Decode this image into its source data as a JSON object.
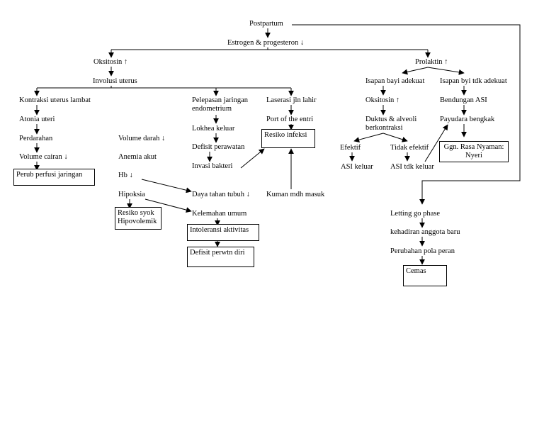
{
  "nodes": {
    "postpartum": "Postpartum",
    "estrogen": "Estrogen & progesteron ↓",
    "oksitosin": "Oksitosin ↑",
    "prolaktin": "Prolaktin ↑",
    "involusi": "Involusi uterus",
    "kontraksi": "Kontraksi uterus lambat",
    "atonia": "Atonia uteri",
    "perdarahan": "Perdarahan",
    "volume_cairan": "Volume cairan ↓",
    "perub_perfusi": "Perub perfusi jaringan",
    "volume_darah": "Volume darah ↓",
    "anemia": "Anemia akut",
    "hb": "Hb ↓",
    "hipoksia": "Hipoksia",
    "resiko_syok_1": "Resiko syok",
    "resiko_syok_2": "Hipovolemik",
    "pelepasan_1": "Pelepasan jaringan",
    "pelepasan_2": "endometrium",
    "lokhea": "Lokhea keluar",
    "defisit_perawatan": "Defisit perawatan",
    "invasi": "Invasi bakteri",
    "daya_tahan": "Daya tahan tubuh ↓",
    "kelemahan": "Kelemahan umum",
    "intoleransi": "Intoleransi aktivitas",
    "defisit_perwtn": "Defisit perwtn diri",
    "laserasi": "Laserasi jln lahir",
    "port": "Port of the entri",
    "resiko_infeksi": "Resiko infeksi",
    "kuman": "Kuman mdh masuk",
    "isapan_adekuat": "Isapan bayi adekuat",
    "isapan_tdk": "Isapan byi tdk adekuat",
    "oksitosin_2": "Oksitosin ↑",
    "duktus_1": "Duktus & alveoli",
    "duktus_2": "berkontraksi",
    "bendungan": "Bendungan ASI",
    "payudara": "Payudara bengkak",
    "efektif": "Efektif",
    "tidak_efektif": "Tidak efektif",
    "asi_keluar": "ASI keluar",
    "asi_tdk_keluar": "ASI tdk keluar",
    "ggn_1": "Ggn. Rasa Nyaman:",
    "ggn_2": "Nyeri",
    "letting_go": "Letting go phase",
    "kehadiran": "kehadiran anggota baru",
    "perubahan": "Perubahan pola peran",
    "cemas": "Cemas"
  }
}
